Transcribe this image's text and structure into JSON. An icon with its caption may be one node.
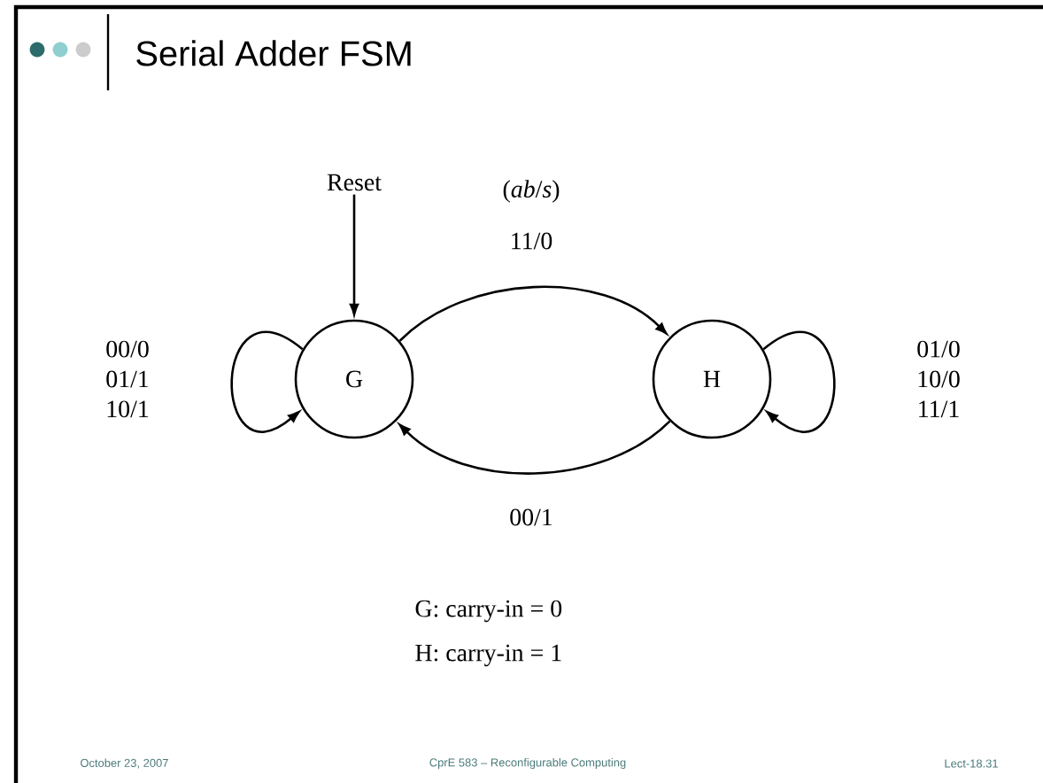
{
  "diagram": {
    "title": "Serial Adder FSM",
    "nodes": [
      {
        "text": [
          "Reset"
        ]
      },
      {
        "text": [
          "G"
        ]
      },
      {
        "text": [
          "H"
        ]
      }
    ],
    "edges": [
      {
        "from": 0,
        "to": 1,
        "arrow": "to"
      },
      {
        "from": 1,
        "to": 1,
        "arrow": "to",
        "label": "00/0 01/1 10/1"
      },
      {
        "from": 1,
        "to": 2,
        "arrow": "to",
        "label": "11/0"
      },
      {
        "from": 2,
        "to": 2,
        "arrow": "to",
        "label": "01/0 10/0 11/1"
      },
      {
        "from": 2,
        "to": 1,
        "arrow": "to",
        "label": "00/1"
      }
    ],
    "labels": [
      "(*ab*/*s*)",
      "G: carry-in = 0",
      "H: carry-in = 1",
      "October 23, 2007",
      "CprE 583 – Reconfigurable Computing",
      "Lect-18.31"
    ]
  }
}
